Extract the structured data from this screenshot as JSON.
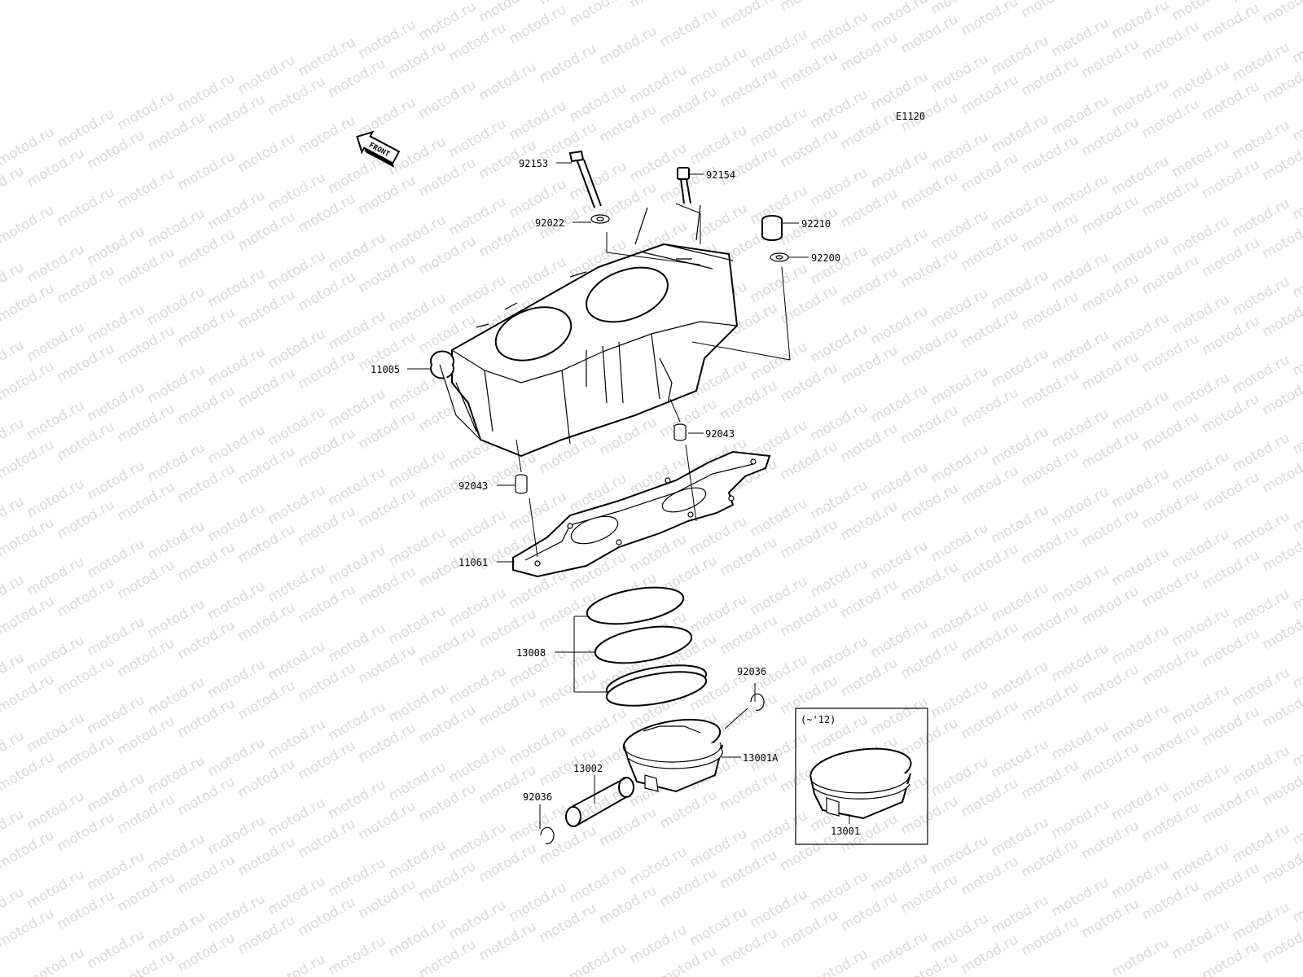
{
  "diagram": {
    "code": "E1120",
    "front_label": "FRONT",
    "inset_note": "(~'12)",
    "watermark": "motod.ru",
    "parts": {
      "p92153": "92153",
      "p92154": "92154",
      "p92022": "92022",
      "p92210": "92210",
      "p92200": "92200",
      "p11005": "11005",
      "p92043a": "92043",
      "p92043b": "92043",
      "p11061": "11061",
      "p13008": "13008",
      "p92036a": "92036",
      "p13001A": "13001A",
      "p13002": "13002",
      "p92036b": "92036",
      "p13001": "13001"
    }
  }
}
